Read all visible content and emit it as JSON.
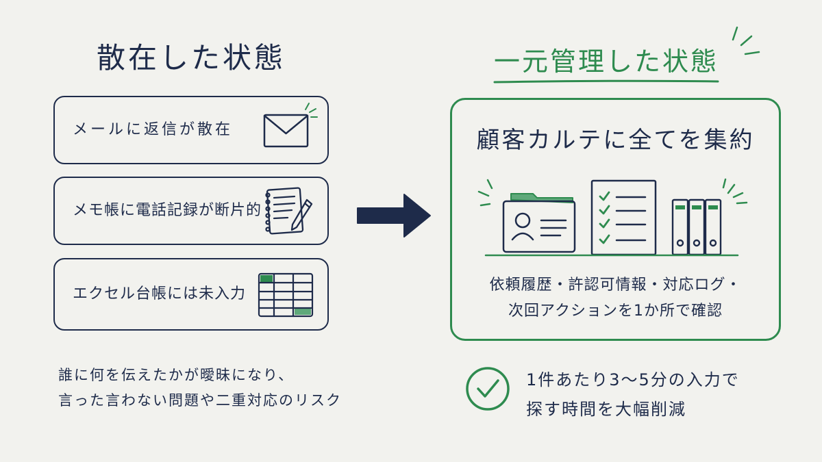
{
  "colors": {
    "navy": "#1e2b4a",
    "green": "#2e8b4f",
    "background": "#f2f2ee"
  },
  "left": {
    "title": "散在した状態",
    "items": [
      {
        "label": "メールに返信が散在",
        "icon": "envelope-icon"
      },
      {
        "label": "メモ帳に電話記録が断片的",
        "icon": "notepad-pen-icon"
      },
      {
        "label": "エクセル台帳には未入力",
        "icon": "spreadsheet-icon"
      }
    ],
    "note_lines": [
      "誰に何を伝えたかが曖昧になり、",
      "言った言わない問題や二重対応のリスク"
    ]
  },
  "arrow": {
    "icon": "arrow-right-icon"
  },
  "right": {
    "title": "一元管理した状態",
    "card": {
      "title": "顧客カルテに全てを集約",
      "icons": [
        "folder-person-icon",
        "checklist-icon",
        "binders-icon"
      ],
      "detail_lines": [
        "依頼履歴・許認可情報・対応ログ・",
        "次回アクションを1か所で確認"
      ]
    },
    "result": {
      "icon": "check-circle-icon",
      "lines": [
        "1件あたり3〜5分の入力で",
        "探す時間を大幅削減"
      ]
    }
  }
}
